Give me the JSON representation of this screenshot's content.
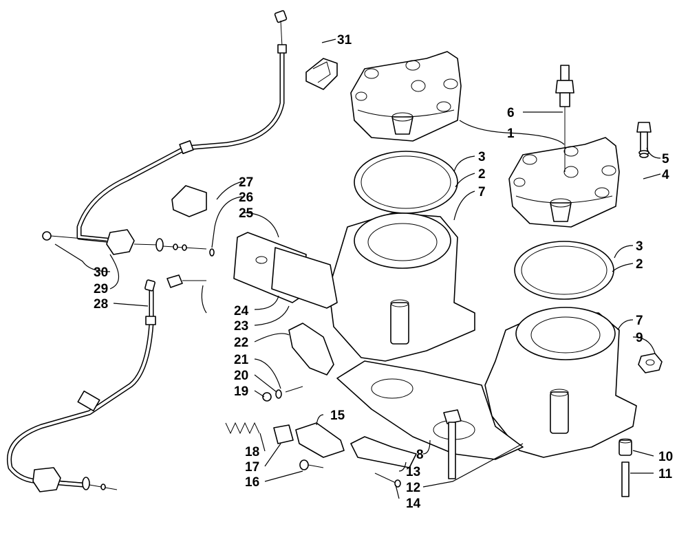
{
  "diagram": {
    "type": "exploded-parts-view",
    "callouts": [
      {
        "id": "c31a",
        "label": "31"
      },
      {
        "id": "c6",
        "label": "6"
      },
      {
        "id": "c1",
        "label": "1"
      },
      {
        "id": "c3a",
        "label": "3"
      },
      {
        "id": "c2a",
        "label": "2"
      },
      {
        "id": "c7a",
        "label": "7"
      },
      {
        "id": "c5",
        "label": "5"
      },
      {
        "id": "c4",
        "label": "4"
      },
      {
        "id": "c27",
        "label": "27"
      },
      {
        "id": "c26",
        "label": "26"
      },
      {
        "id": "c25",
        "label": "25"
      },
      {
        "id": "c3b",
        "label": "3"
      },
      {
        "id": "c2b",
        "label": "2"
      },
      {
        "id": "c30",
        "label": "30"
      },
      {
        "id": "c29",
        "label": "29"
      },
      {
        "id": "c28",
        "label": "28"
      },
      {
        "id": "c24",
        "label": "24"
      },
      {
        "id": "c23",
        "label": "23"
      },
      {
        "id": "c22",
        "label": "22"
      },
      {
        "id": "c7b",
        "label": "7"
      },
      {
        "id": "c9",
        "label": "9"
      },
      {
        "id": "c21",
        "label": "21"
      },
      {
        "id": "c20",
        "label": "20"
      },
      {
        "id": "c19",
        "label": "19"
      },
      {
        "id": "c15",
        "label": "15"
      },
      {
        "id": "c18",
        "label": "18"
      },
      {
        "id": "c17",
        "label": "17"
      },
      {
        "id": "c16",
        "label": "16"
      },
      {
        "id": "c8",
        "label": "8"
      },
      {
        "id": "c13",
        "label": "13"
      },
      {
        "id": "c12",
        "label": "12"
      },
      {
        "id": "c14",
        "label": "14"
      },
      {
        "id": "c10",
        "label": "10"
      },
      {
        "id": "c11",
        "label": "11"
      }
    ]
  }
}
